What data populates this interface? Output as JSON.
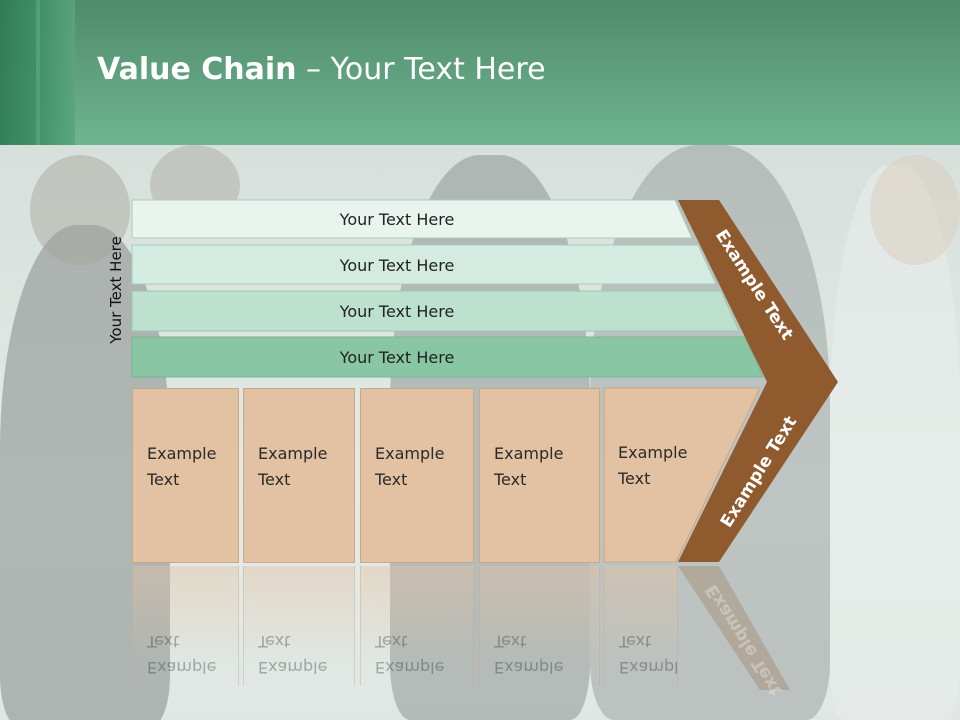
{
  "slide": {
    "title_bold": "Value Chain",
    "title_rest": " – Your Text Here",
    "side_label": "Your Text Here"
  },
  "bars": [
    {
      "label": "Your Text Here"
    },
    {
      "label": "Your Text Here"
    },
    {
      "label": "Your Text Here"
    },
    {
      "label": "Your Text Here"
    }
  ],
  "boxes": [
    {
      "line1": "Example",
      "line2": "Text"
    },
    {
      "line1": "Example",
      "line2": "Text"
    },
    {
      "line1": "Example",
      "line2": "Text"
    },
    {
      "line1": "Example",
      "line2": "Text"
    },
    {
      "line1": "Example",
      "line2": "Text"
    }
  ],
  "chevron": {
    "upper_label": "Example Text",
    "lower_label": "Example Text"
  },
  "colors": {
    "header_green": "#6fb48f",
    "bar_colors": [
      "#e9f4ef",
      "#d3ebe0",
      "#bde1cf",
      "#89c6a4"
    ],
    "box_fill": "#e2c2a3",
    "chevron_brown": "#8e5a2e"
  }
}
